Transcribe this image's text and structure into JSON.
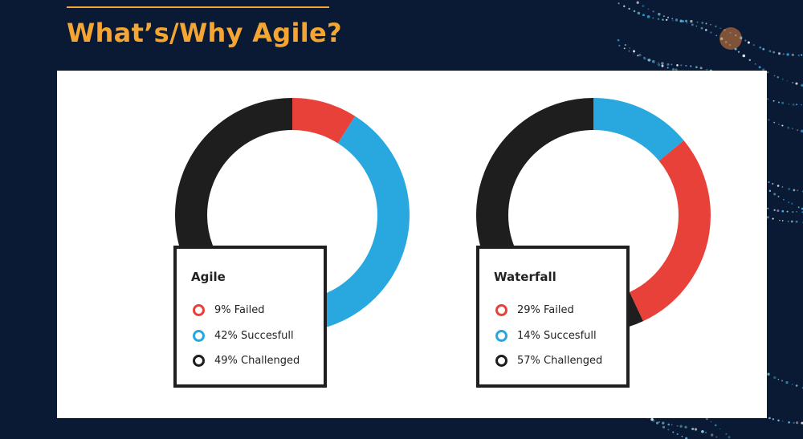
{
  "slide": {
    "title": "What’s/Why Agile?"
  },
  "colors": {
    "accent": "#f5a531",
    "background": "#0a1a35",
    "failed": "#e8413a",
    "successful": "#29a8e0",
    "challenged": "#1e1e1e"
  },
  "chart_data": [
    {
      "type": "pie",
      "subtype": "donut",
      "title": "Agile",
      "legend": [
        "9% Failed",
        "42% Succesfull",
        "49% Challenged"
      ],
      "slices": [
        {
          "name": "Failed",
          "value": 9,
          "color": "#e8413a"
        },
        {
          "name": "Successful",
          "value": 42,
          "color": "#29a8e0"
        },
        {
          "name": "Challenged",
          "value": 49,
          "color": "#1e1e1e"
        }
      ]
    },
    {
      "type": "pie",
      "subtype": "donut",
      "title": "Waterfall",
      "legend": [
        "29% Failed",
        "14% Succesfull",
        "57% Challenged"
      ],
      "slices": [
        {
          "name": "Successful",
          "value": 14,
          "color": "#29a8e0"
        },
        {
          "name": "Failed",
          "value": 29,
          "color": "#e8413a"
        },
        {
          "name": "Challenged",
          "value": 57,
          "color": "#1e1e1e"
        }
      ]
    }
  ]
}
